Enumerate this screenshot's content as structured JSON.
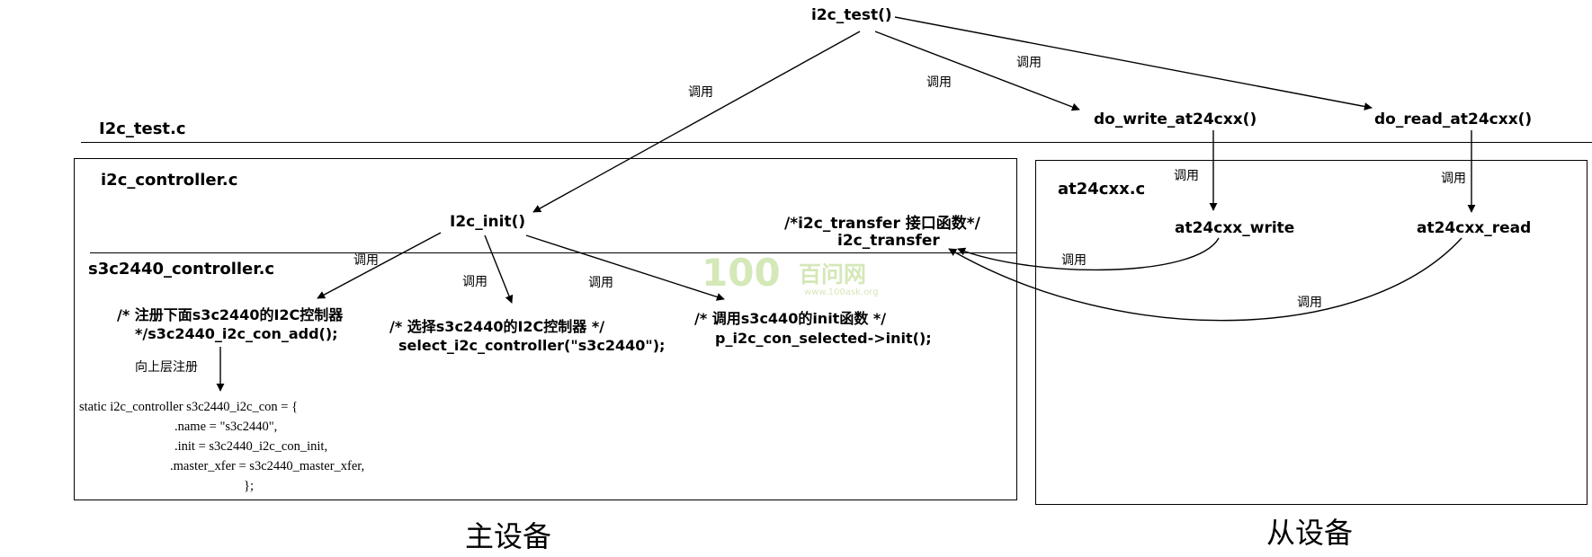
{
  "nodes": {
    "i2c_test": "i2c_test()",
    "do_write": "do_write_at24cxx()",
    "do_read": "do_read_at24cxx()",
    "i2c_init": "I2c_init()",
    "at24cxx_write": "at24cxx_write",
    "at24cxx_read": "at24cxx_read",
    "i2c_transfer_comment": "/*i2c_transfer 接口函数*/",
    "i2c_transfer": "i2c_transfer"
  },
  "files": {
    "i2c_test_c": "I2c_test.c",
    "i2c_controller_c": "i2c_controller.c",
    "s3c2440_controller_c": "s3c2440_controller.c",
    "at24cxx_c": "at24cxx.c"
  },
  "edge_label": "调用",
  "register_label": "向上层注册",
  "comments": {
    "register_line1": "/* 注册下面s3c2440的I2C控制器",
    "register_line2": "*/s3c2440_i2c_con_add();",
    "select_line1": "/* 选择s3c2440的I2C控制器 */",
    "select_line2": "select_i2c_controller(\"s3c2440\");",
    "init_line1": "/* 调用s3c440的init函数 */",
    "init_line2": "p_i2c_con_selected->init();"
  },
  "code": {
    "line1": "static i2c_controller s3c2440_i2c_con = {",
    "line2": ".name = \"s3c2440\",",
    "line3": ".init = s3c2440_i2c_con_init,",
    "line4": ".master_xfer = s3c2440_master_xfer,",
    "line5": "};"
  },
  "footer": {
    "master": "主设备",
    "slave": "从设备"
  },
  "watermark": {
    "logo": "100",
    "brand": "百问网",
    "url": "www.100ask.org"
  }
}
